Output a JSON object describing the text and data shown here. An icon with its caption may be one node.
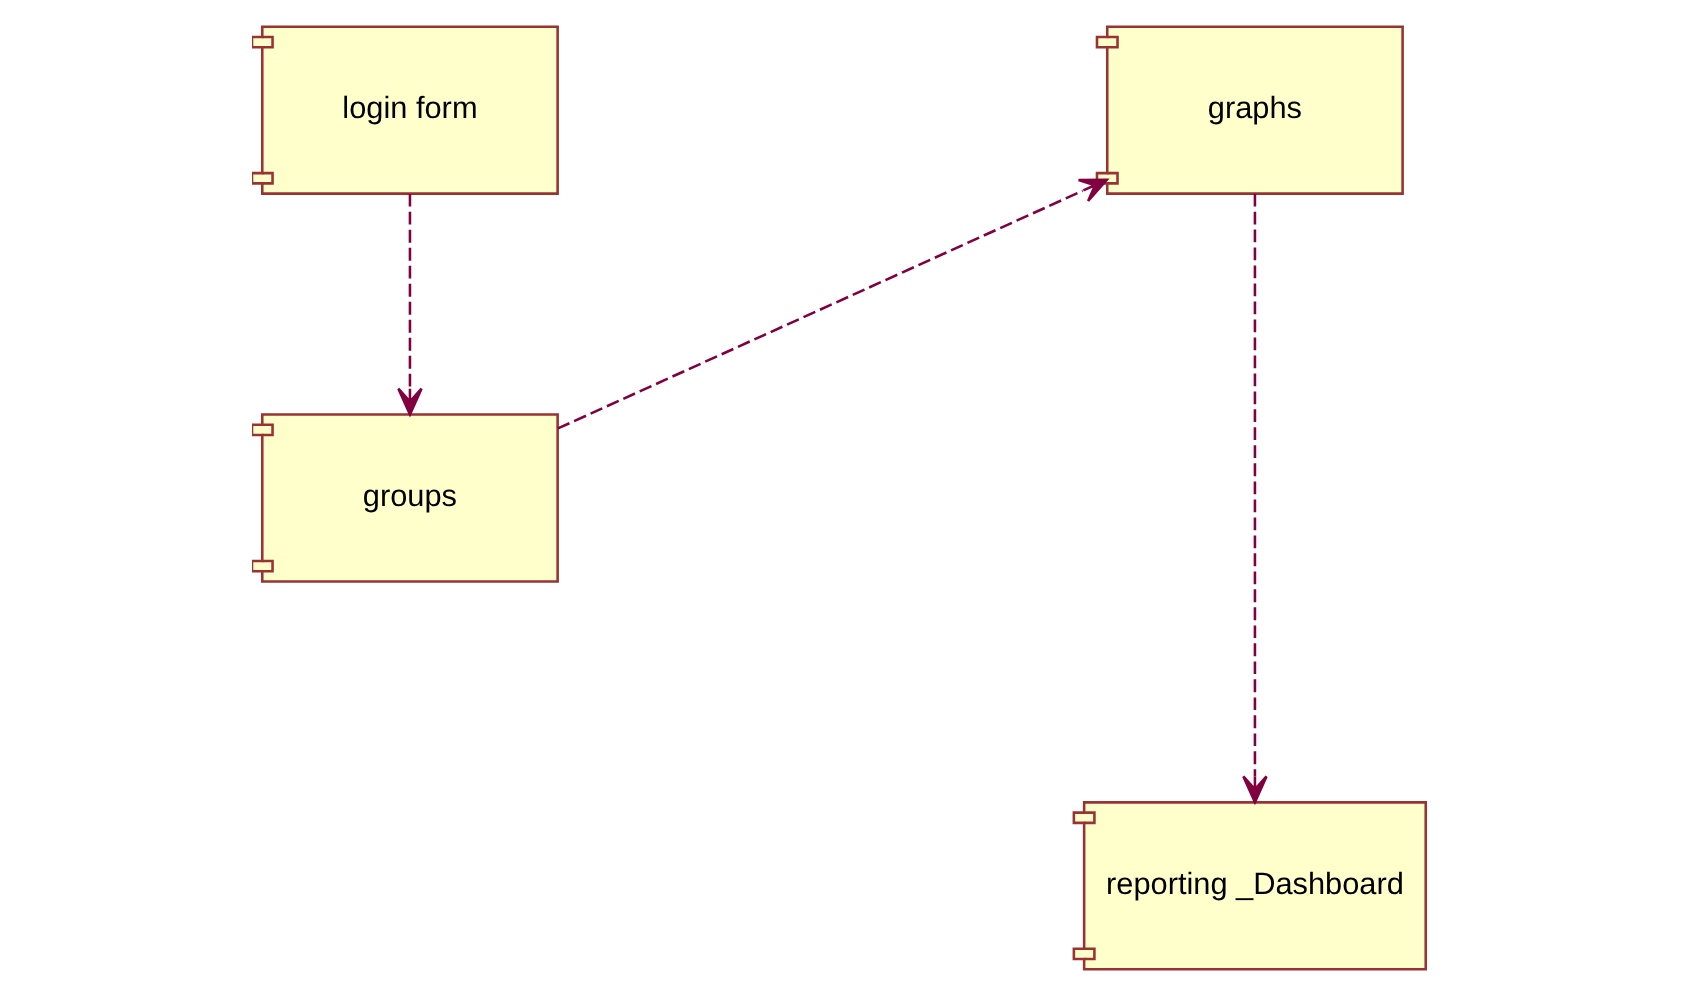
{
  "diagram": {
    "nodes": [
      {
        "text": [
          "login form"
        ]
      },
      {
        "text": [
          "graphs"
        ]
      },
      {
        "text": [
          "groups"
        ]
      },
      {
        "text": [
          "reporting _Dashboard"
        ]
      }
    ],
    "edges": [
      {
        "from": 0,
        "to": 2,
        "arrow": "to",
        "style": "dashed"
      },
      {
        "from": 2,
        "to": 1,
        "arrow": "to",
        "style": "dashed"
      },
      {
        "from": 1,
        "to": 3,
        "arrow": "to",
        "style": "dashed"
      }
    ]
  }
}
